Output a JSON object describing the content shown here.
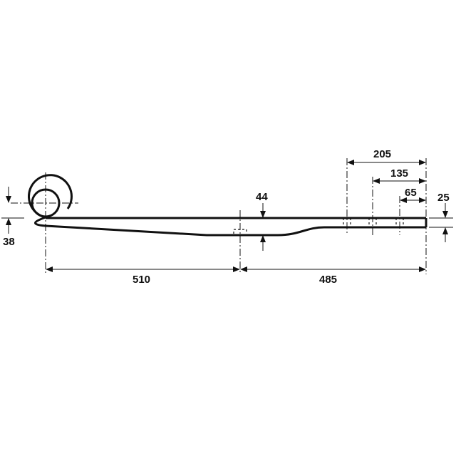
{
  "diagram": {
    "type": "leaf-spring-technical-drawing",
    "dimensions": {
      "eye_offset": "38",
      "center_thickness": "44",
      "left_length": "510",
      "right_length": "485",
      "end_thickness": "25",
      "hole1_from_end": "205",
      "hole2_from_end": "135",
      "hole3_from_end": "65"
    },
    "colors": {
      "line": "#111111",
      "background": "#ffffff"
    }
  }
}
